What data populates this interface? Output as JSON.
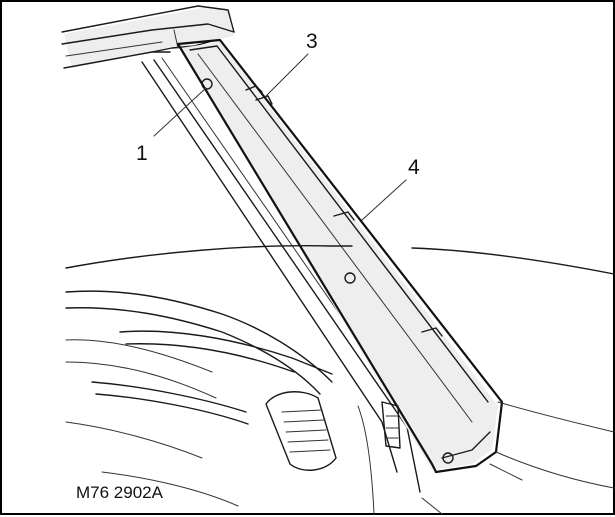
{
  "figure": {
    "callouts": [
      "1",
      "3",
      "4"
    ],
    "caption": "M76 2902A"
  }
}
